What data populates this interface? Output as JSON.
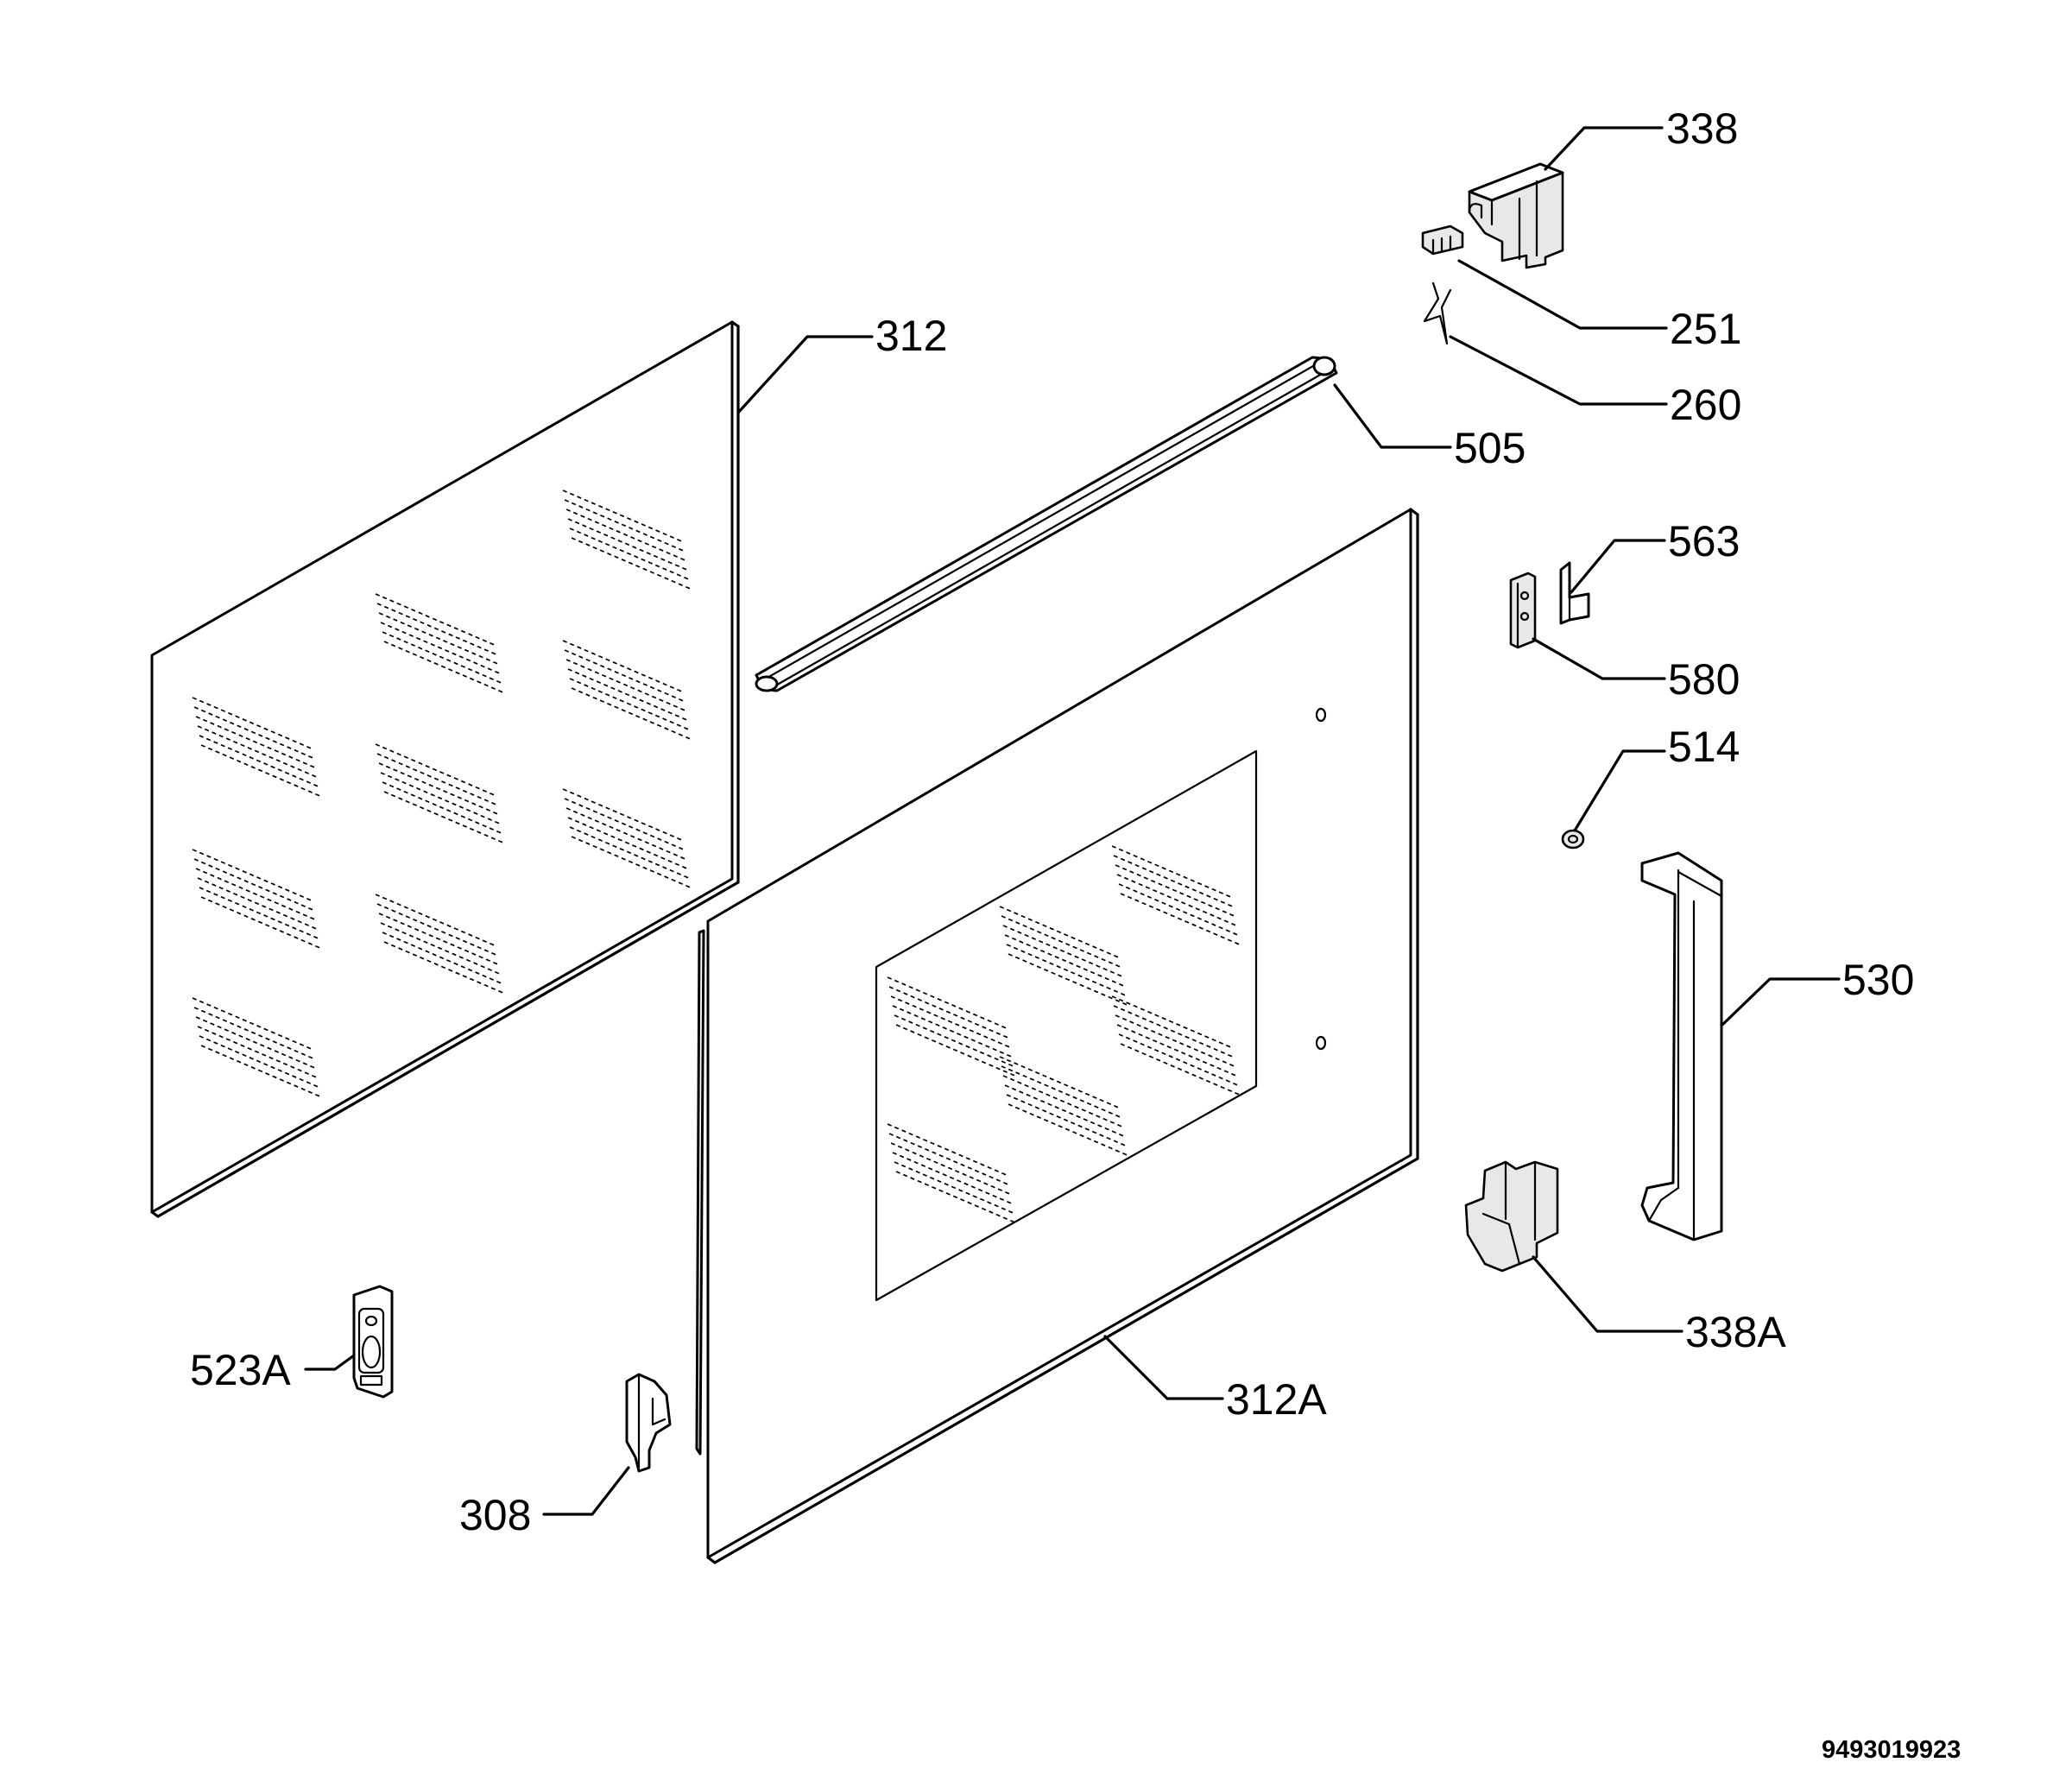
{
  "diagram": {
    "labels": {
      "p338": "338",
      "p251": "251",
      "p260": "260",
      "p312": "312",
      "p505": "505",
      "p563": "563",
      "p580": "580",
      "p514": "514",
      "p530": "530",
      "p338A": "338A",
      "p523A": "523A",
      "p312A": "312A",
      "p308": "308"
    },
    "doc_code": "9493019923"
  }
}
